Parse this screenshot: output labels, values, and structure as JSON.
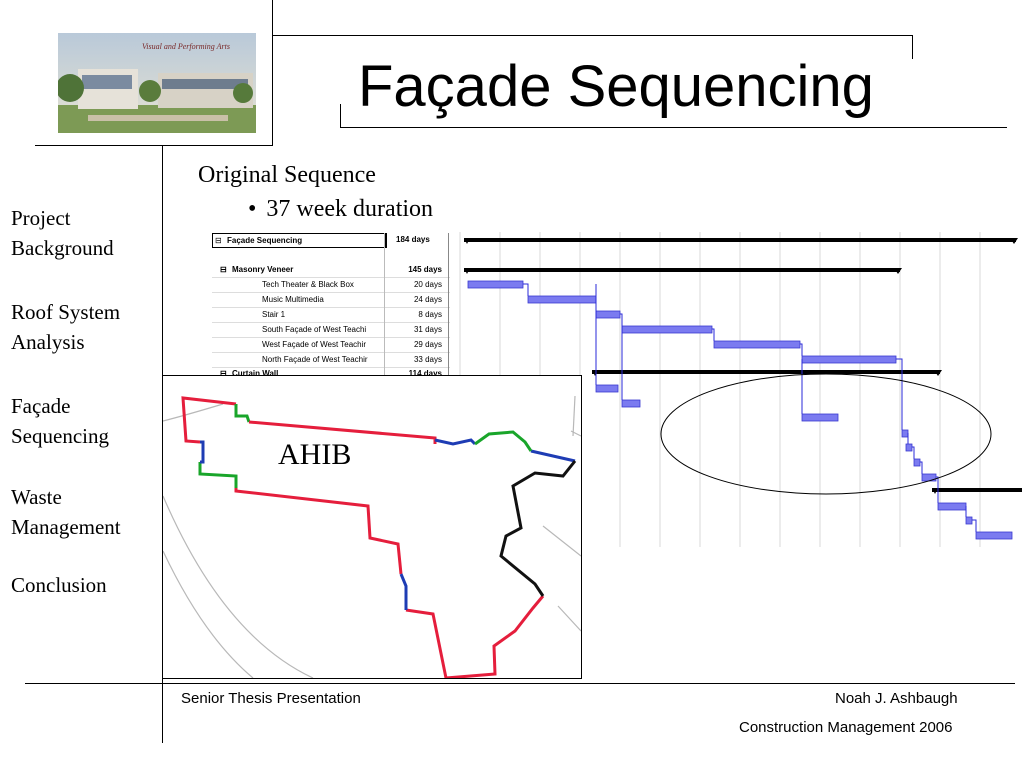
{
  "slide": {
    "title": "Façade Sequencing",
    "logo_caption": "Visual and Performing Arts"
  },
  "nav": {
    "items": [
      {
        "line1": "Project",
        "line2": "Background"
      },
      {
        "line1": "Roof System",
        "line2": "Analysis"
      },
      {
        "line1": "Façade",
        "line2": "Sequencing"
      },
      {
        "line1": "Waste",
        "line2": "Management"
      },
      {
        "line1": "Conclusion",
        "line2": ""
      }
    ]
  },
  "content": {
    "heading": "Original Sequence",
    "bullet": "37 week duration",
    "map_label": "AHIB"
  },
  "gantt": {
    "rows": [
      {
        "name": "Façade Sequencing",
        "duration": "184 days"
      },
      {
        "name": "Masonry Veneer",
        "duration": "145 days"
      },
      {
        "name": "Tech Theater & Black Box",
        "duration": "20 days"
      },
      {
        "name": "Music Multimedia",
        "duration": "24 days"
      },
      {
        "name": "Stair 1",
        "duration": "8 days"
      },
      {
        "name": "South Façade of West Teachi",
        "duration": "31 days"
      },
      {
        "name": "West Façade of West Teachir",
        "duration": "29 days"
      },
      {
        "name": "North Façade of West Teachir",
        "duration": "33 days"
      },
      {
        "name": "Curtain Wall",
        "duration": "114 days"
      }
    ],
    "bar_color": "#7b7bf0",
    "summary_color": "#000000"
  },
  "footer": {
    "left": "Senior Thesis Presentation",
    "author": "Noah J. Ashbaugh",
    "program": "Construction Management 2006"
  }
}
